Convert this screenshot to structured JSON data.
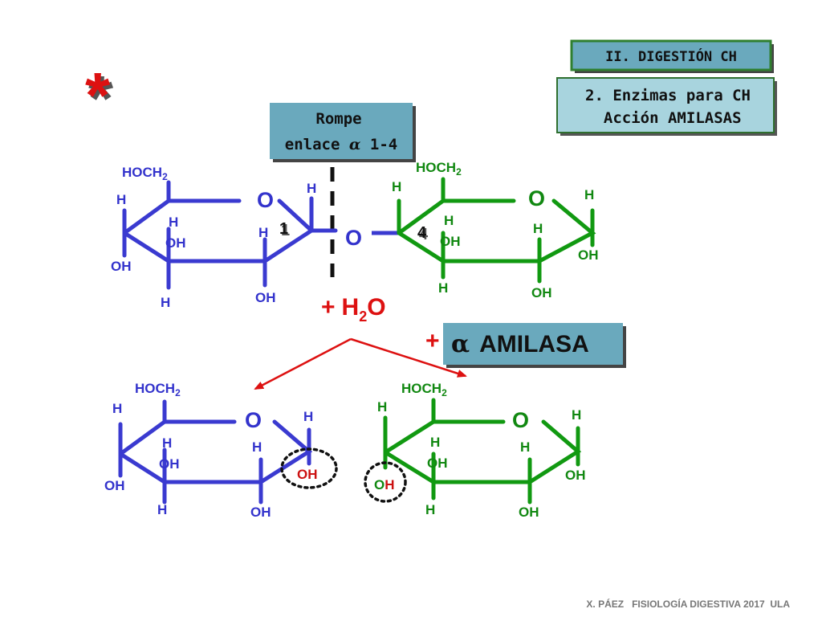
{
  "header": {
    "section": "II. DIGESTIÓN CH"
  },
  "subheader": {
    "line1": "2. Enzimas para CH",
    "line2": " Acción AMILASAS"
  },
  "asterisk": "*",
  "bond_box": {
    "line1": "Rompe",
    "line2_prefix": "enlace ",
    "alpha": "α",
    "line2_suffix": " 1-4"
  },
  "reaction": {
    "plus": "+",
    "water_H": "H",
    "water_sub": "2",
    "water_O": "O",
    "enzyme_alpha": "α",
    "enzyme": "AMILASA"
  },
  "labels": {
    "hoch": "HOCH",
    "hoch_sub": "2",
    "O": "O",
    "H": "H",
    "OH": "OH",
    "carbon1": "1",
    "carbon4": "4",
    "glycosidic_O": "O"
  },
  "footer": "X. PÁEZ   FISIOLOGÍA DIGESTIVA 2017  ULA",
  "colors": {
    "glucose_left": "#3333cc",
    "glucose_right": "#118811",
    "reaction": "#cc1111",
    "box": "#66a8bc"
  }
}
